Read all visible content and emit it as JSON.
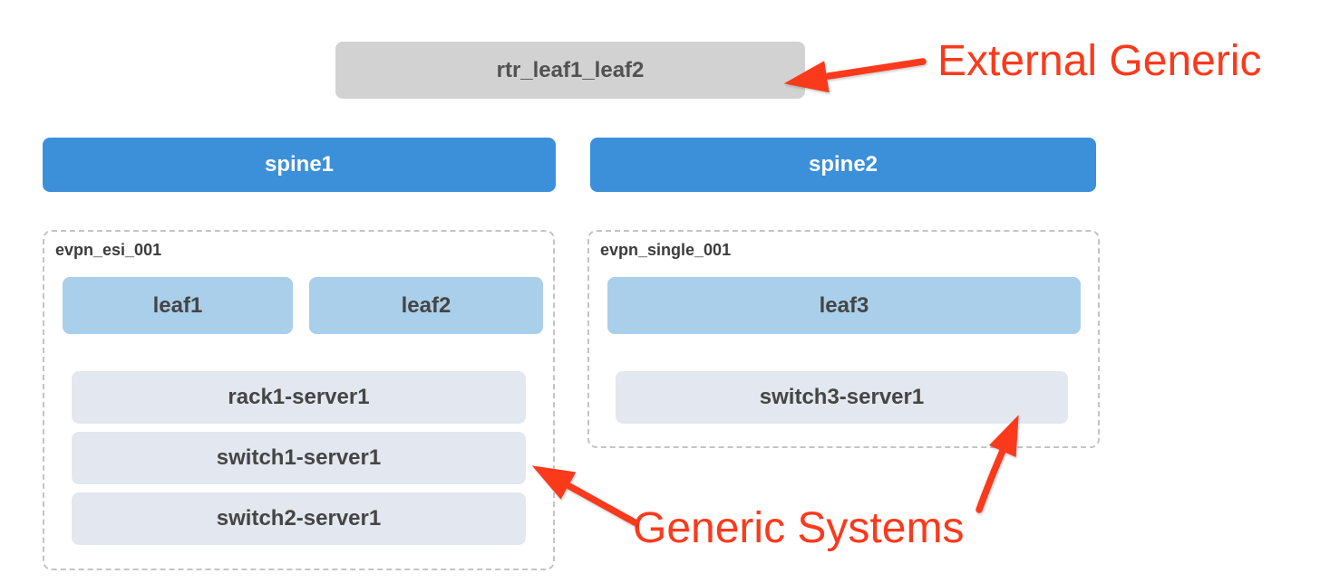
{
  "diagram": {
    "external_node": {
      "label": "rtr_leaf1_leaf2"
    },
    "spines": [
      {
        "label": "spine1"
      },
      {
        "label": "spine2"
      }
    ],
    "rack_groups": [
      {
        "name": "evpn_esi_001",
        "leaf_switches": [
          {
            "label": "leaf1"
          },
          {
            "label": "leaf2"
          }
        ],
        "generic_systems": [
          {
            "label": "rack1-server1"
          },
          {
            "label": "switch1-server1"
          },
          {
            "label": "switch2-server1"
          }
        ]
      },
      {
        "name": "evpn_single_001",
        "leaf_switches": [
          {
            "label": "leaf3"
          }
        ],
        "generic_systems": [
          {
            "label": "switch3-server1"
          }
        ]
      }
    ],
    "annotations": [
      {
        "text": "External Generic",
        "color": "#fb3a1c"
      },
      {
        "text": "Generic Systems",
        "color": "#fb3a1c"
      }
    ],
    "colors": {
      "spine": "#3b90d9",
      "leaf": "#aacfea",
      "generic_system": "#e3e7ef",
      "external_generic": "#d2d2d2",
      "annotation_red": "#fb3a1c",
      "group_border": "#c4c4c4"
    }
  }
}
